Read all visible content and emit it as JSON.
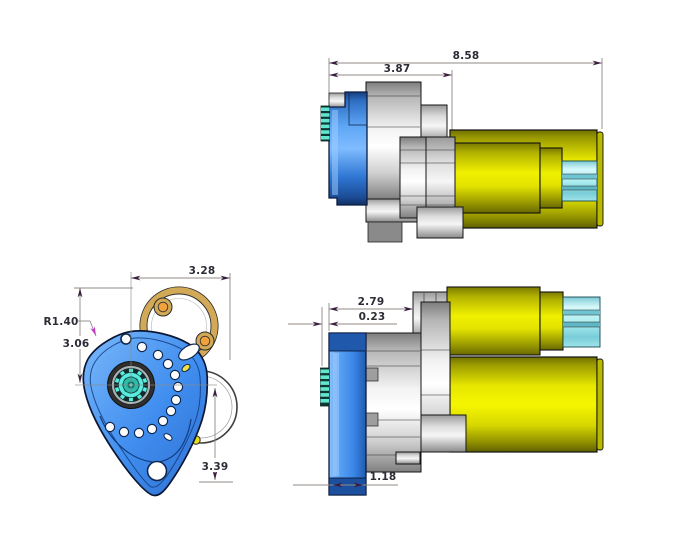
{
  "views": {
    "side": {
      "dims": {
        "overall_length": "8.58",
        "nose_length": "3.87"
      }
    },
    "front": {
      "dims": {
        "width": "3.28",
        "radius": "R1.40",
        "upper_height": "3.06",
        "lower_height": "3.39"
      }
    },
    "top": {
      "dims": {
        "depth": "2.79",
        "face_offset": "0.23",
        "plate_width": "1.18"
      }
    }
  },
  "colors": {
    "background": "#ffffff",
    "plate_blue": "#3f8def",
    "motor_yellow": "#e4e400",
    "shaft_cyan": "#aeeff2",
    "pinion_teal": "#63e6cf",
    "housing_gray": "#cfcfcf",
    "gasket_tan": "#d2a957",
    "gasket_hole_orange": "#f2a23c",
    "dimension_text": "#2c2c36",
    "dimension_line": "#8f8a86",
    "dimension_arrow": "#3a1d3f",
    "leader_magenta": "#c23ac2",
    "outline_black": "#111111"
  }
}
